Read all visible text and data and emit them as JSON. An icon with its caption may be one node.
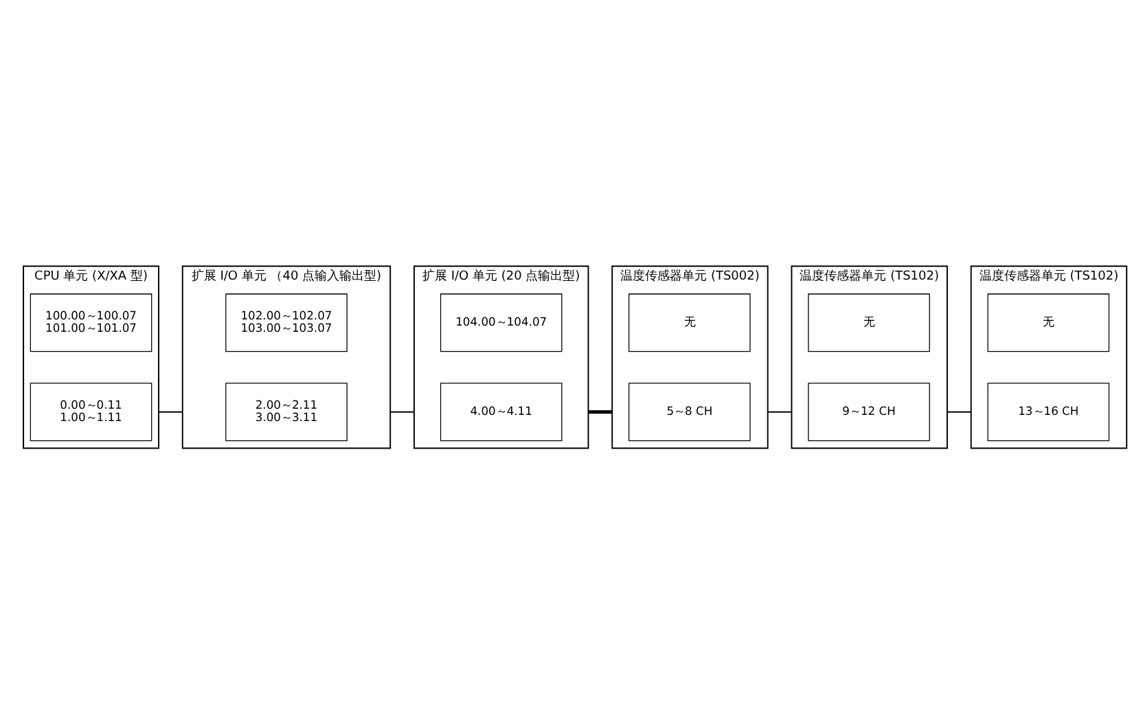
{
  "diagram": {
    "nodes": [
      {
        "text": [
          "CPU 单元 (X/XA 型)"
        ]
      },
      {
        "text": [
          "0.00～0.11",
          "1.00～1.11"
        ],
        "in": 0
      },
      {
        "text": [
          "100.00～100.07",
          "101.00～101.07"
        ],
        "in": 0
      },
      {
        "text": [
          "扩展 I/O 单元 （40 点输入输出型)"
        ]
      },
      {
        "text": [
          "2.00～2.11",
          "3.00～3.11"
        ],
        "in": 3
      },
      {
        "text": [
          "102.00～102.07",
          "103.00～103.07"
        ],
        "in": 3
      },
      {
        "text": [
          "扩展 I/O 单元 (20 点输出型)"
        ]
      },
      {
        "text": [
          "4.00～4.11"
        ],
        "in": 6
      },
      {
        "text": [
          "104.00～104.07"
        ],
        "in": 6
      },
      {
        "text": [
          "温度传感器单元 (TS002)"
        ]
      },
      {
        "text": [
          "5～8 CH"
        ],
        "in": 9
      },
      {
        "text": [
          "无"
        ],
        "in": 9
      },
      {
        "text": [
          "温度传感器单元 (TS102)"
        ]
      },
      {
        "text": [
          "9～12 CH"
        ],
        "in": 12
      },
      {
        "text": [
          "无"
        ],
        "in": 12
      },
      {
        "text": [
          "温度传感器单元 (TS102)"
        ]
      },
      {
        "text": [
          "13～16 CH"
        ],
        "in": 15
      },
      {
        "text": [
          "无"
        ],
        "in": 15
      }
    ],
    "edges": [
      {
        "from": 0,
        "to": 3,
        "arrow": "none"
      },
      {
        "from": 3,
        "to": 6,
        "arrow": "none"
      },
      {
        "from": 6,
        "to": 9,
        "arrow": "none",
        "style": "thick"
      },
      {
        "from": 9,
        "to": 12,
        "arrow": "none"
      },
      {
        "from": 12,
        "to": 15,
        "arrow": "none"
      }
    ]
  }
}
